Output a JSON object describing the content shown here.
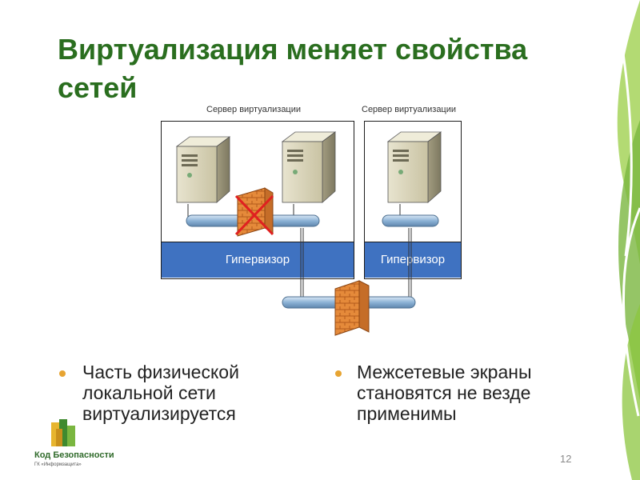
{
  "slide": {
    "title": "Виртуализация меняет свойства сетей",
    "page_number": "12"
  },
  "diagram": {
    "server_caption_1": "Сервер виртуализации",
    "server_caption_2": "Сервер виртуализации",
    "hypervisor_1": "Гипервизор",
    "hypervisor_2": "Гипервизор",
    "colors": {
      "hypervisor": "#3f72c1",
      "network_pipe": "#8cb2d6",
      "firewall": "#e58a3a",
      "blocked_cross": "#e02020"
    }
  },
  "bullets": [
    {
      "text_lines": [
        "Часть физической",
        "локальной сети",
        "виртуализируется"
      ]
    },
    {
      "text_lines": [
        "Межсетевые экраны",
        "становятся не везде",
        "применимы"
      ]
    }
  ],
  "logo": {
    "name": "Код Безопасности",
    "subtitle": "ГК «Информзащита»"
  },
  "theme": {
    "title_color": "#2a6e1f",
    "bullet_color": "#e7a432",
    "decor_color": "#8cc63f"
  }
}
